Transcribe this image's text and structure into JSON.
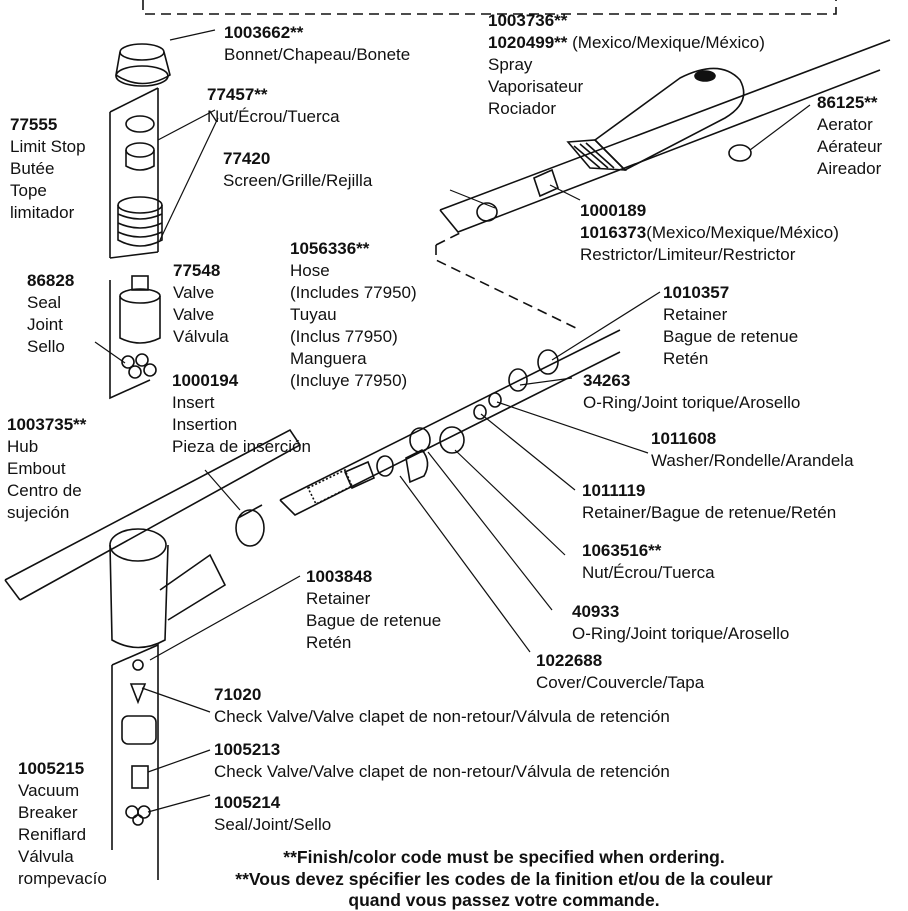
{
  "labels": {
    "bonnet": {
      "number": "1003662**",
      "desc": [
        "Bonnet/Chapeau/Bonete"
      ]
    },
    "spray": {
      "number": "1003736**",
      "number2": "1020499**",
      "number2_note": " (Mexico/Mexique/México)",
      "desc": [
        "Spray",
        "Vaporisateur",
        "Rociador"
      ]
    },
    "limit_stop": {
      "number": "77555",
      "desc": [
        "Limit Stop",
        "Butée",
        "Tope",
        "limitador"
      ]
    },
    "nut_77457": {
      "number": "77457**",
      "desc": [
        "Nut/Écrou/Tuerca"
      ]
    },
    "aerator": {
      "number": "86125**",
      "desc": [
        "Aerator",
        "Aérateur",
        "Aireador"
      ]
    },
    "screen": {
      "number": "77420",
      "desc": [
        "Screen/Grille/Rejilla"
      ]
    },
    "restrictor": {
      "number": "1000189",
      "number2": "1016373",
      "number2_note": "(Mexico/Mexique/México)",
      "desc": [
        "Restrictor/Limiteur/Restrictor"
      ]
    },
    "hose": {
      "number": "1056336**",
      "desc": [
        "Hose",
        "(Includes 77950)",
        "Tuyau",
        "(Inclus 77950)",
        "Manguera",
        "(Incluye 77950)"
      ]
    },
    "seal_86828": {
      "number": "86828",
      "desc": [
        "Seal",
        "Joint",
        "Sello"
      ]
    },
    "valve_77548": {
      "number": "77548",
      "desc": [
        "Valve",
        "Valve",
        "Válvula"
      ]
    },
    "retainer_1010357": {
      "number": "1010357",
      "desc": [
        "Retainer",
        "Bague de retenue",
        "Retén"
      ]
    },
    "insert": {
      "number": "1000194",
      "desc": [
        "Insert",
        "Insertion",
        "Pieza de inserción"
      ]
    },
    "oring_34263": {
      "number": "34263",
      "desc": [
        "O-Ring/Joint torique/Arosello"
      ]
    },
    "hub": {
      "number": "1003735**",
      "desc": [
        "Hub",
        "Embout",
        "Centro de",
        "sujeción"
      ]
    },
    "washer": {
      "number": "1011608",
      "desc": [
        "Washer/Rondelle/Arandela"
      ]
    },
    "retainer_1011119": {
      "number": "1011119",
      "desc": [
        "Retainer/Bague de retenue/Retén"
      ]
    },
    "nut_1063516": {
      "number": "1063516**",
      "desc": [
        "Nut/Écrou/Tuerca"
      ]
    },
    "retainer_1003848": {
      "number": "1003848",
      "desc": [
        "Retainer",
        "Bague de retenue",
        "Retén"
      ]
    },
    "oring_40933": {
      "number": "40933",
      "desc": [
        "O-Ring/Joint torique/Arosello"
      ]
    },
    "cover": {
      "number": "1022688",
      "desc": [
        "Cover/Couvercle/Tapa"
      ]
    },
    "check_71020": {
      "number": "71020",
      "desc": [
        "Check Valve/Valve clapet de non-retour/Válvula de retención"
      ]
    },
    "check_1005213": {
      "number": "1005213",
      "desc": [
        "Check Valve/Valve clapet de non-retour/Válvula de retención"
      ]
    },
    "vacuum": {
      "number": "1005215",
      "desc": [
        "Vacuum",
        "Breaker",
        "Reniflard",
        "Válvula",
        "rompevacío"
      ]
    },
    "seal_1005214": {
      "number": "1005214",
      "desc": [
        "Seal/Joint/Sello"
      ]
    }
  },
  "notes": [
    "**Finish/color code must be specified when ordering.",
    "**Vous devez spécifier les codes de la finition et/ou de la couleur",
    "quand vous passez votre commande."
  ]
}
